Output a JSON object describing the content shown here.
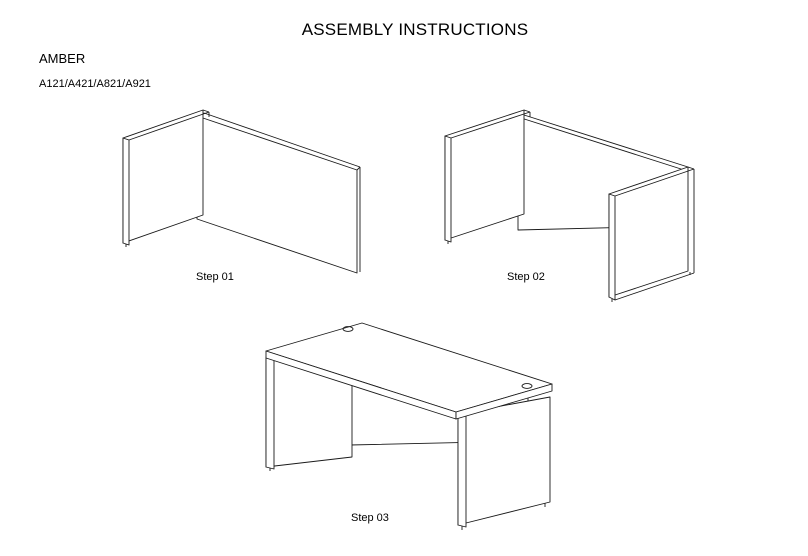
{
  "document": {
    "title": "ASSEMBLY INSTRUCTIONS",
    "brand": "AMBER",
    "models": "A121/A421/A821/A921"
  },
  "steps": [
    {
      "label": "Step 01"
    },
    {
      "label": "Step 02"
    },
    {
      "label": "Step 03"
    }
  ]
}
